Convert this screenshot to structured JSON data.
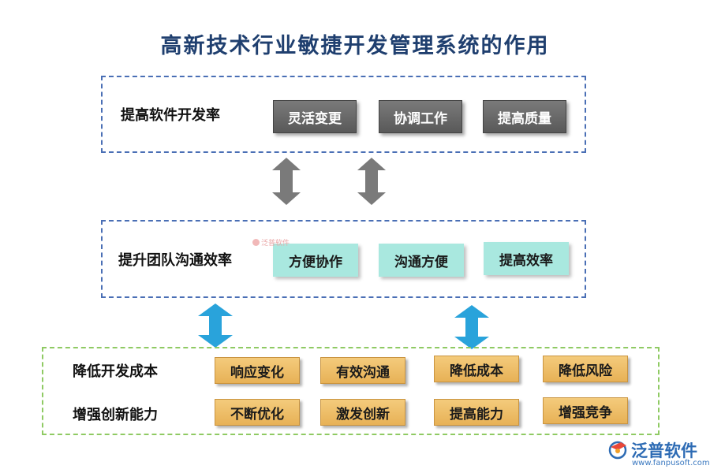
{
  "title": "高新技术行业敏捷开发管理系统的作用",
  "section1": {
    "label": "提高软件开发率",
    "items": [
      "灵活变更",
      "协调工作",
      "提高质量"
    ]
  },
  "section2": {
    "label": "提升团队沟通效率",
    "items": [
      "方便协作",
      "沟通方便",
      "提高效率"
    ]
  },
  "section3": {
    "rows": [
      {
        "label": "降低开发成本",
        "items": [
          "响应变化",
          "有效沟通",
          "降低成本",
          "降低风险"
        ]
      },
      {
        "label": "增强创新能力",
        "items": [
          "不断优化",
          "激发创新",
          "提高能力",
          "增强竞争"
        ]
      }
    ]
  },
  "watermark": "泛普软件",
  "brand": {
    "name": "泛普软件",
    "url": "www.fanpusoft.com"
  },
  "colors": {
    "title": "#1f3f6f",
    "blue_frame": "#4a6fb5",
    "green_frame": "#8fca63",
    "gray_box": "#666666",
    "teal_box": "#a9e8df",
    "gold_box": "#f0c06a",
    "gray_arrow": "#7a7a7a",
    "blue_arrow": "#29a3db"
  }
}
